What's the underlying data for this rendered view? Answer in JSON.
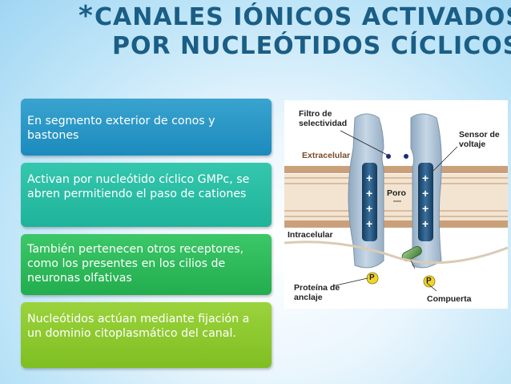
{
  "title": {
    "asterisk": "*",
    "line1": "CANALES IÓNICOS ACTIVADOS",
    "line2": "POR NUCLEÓTIDOS CÍCLICOS"
  },
  "boxes": [
    {
      "text": "En segmento exterior de conos y bastones",
      "color": "#2598c7"
    },
    {
      "text": "Activan por nucleótido cíclico GMPc, se abren permitiendo el paso de cationes",
      "color": "#27bda4"
    },
    {
      "text": "También pertenecen otros receptores, como los presentes en los cilios de neuronas olfativas",
      "color": "#2cba5a"
    },
    {
      "text": "Nucleótidos actúan mediante fijación a un dominio citoplasmático del canal.",
      "color": "#8cc82e"
    }
  ],
  "figure": {
    "labels": {
      "filtro": "Filtro de selectividad",
      "sensor": "Sensor de voltaje",
      "extracelular": "Extracelular",
      "poro": "Poro",
      "intracelular": "Intracelular",
      "proteina": "Proteína de anclaje",
      "compuerta": "Compuerta"
    },
    "charge_symbol": "+",
    "phosphate": "P",
    "colors": {
      "membrane_head": "#c9a27c",
      "protein": "#a9bfd3",
      "voltage_sensor": "#1f4f78",
      "gate": "#5f9a4a"
    }
  }
}
